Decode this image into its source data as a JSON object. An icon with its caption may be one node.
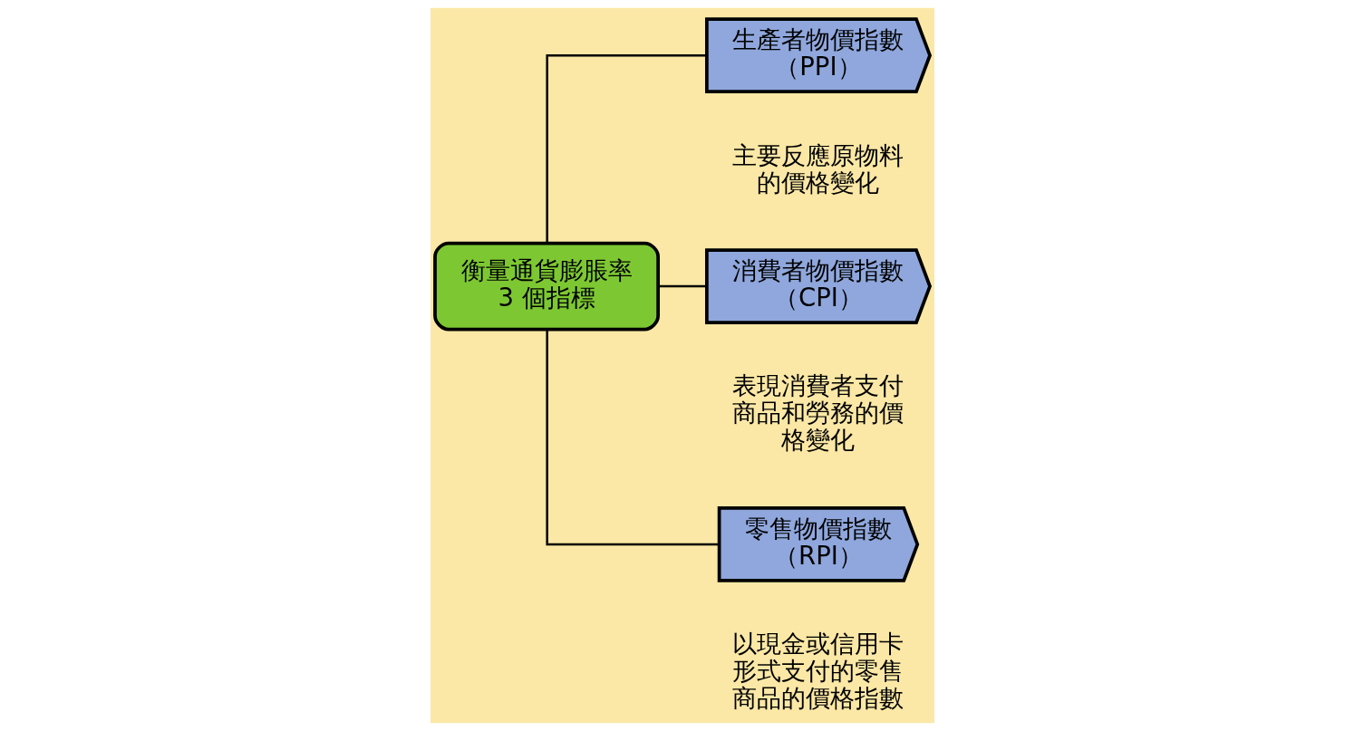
{
  "diagram": {
    "nodes": [
      {
        "text": [
          "衡量通貨膨脹率3 個指標"
        ]
      },
      {
        "text": [
          "生產者物價指數（PPI）"
        ],
        "beside": [
          "主要反應原物料的價格變化"
        ]
      },
      {
        "text": [
          "消費者物價指數（CPI）"
        ],
        "beside": [
          "表現消費者支付商品和勞務的價格變化"
        ]
      },
      {
        "text": [
          "零售物價指數（RPI）"
        ],
        "beside": [
          "以現金或信用卡形式支付的零售商品的價格指數"
        ]
      }
    ],
    "edges": [
      {
        "from": 0,
        "to": 1,
        "arrow": "none"
      },
      {
        "from": 0,
        "to": 2,
        "arrow": "none"
      },
      {
        "from": 0,
        "to": 3,
        "arrow": "none"
      }
    ]
  }
}
